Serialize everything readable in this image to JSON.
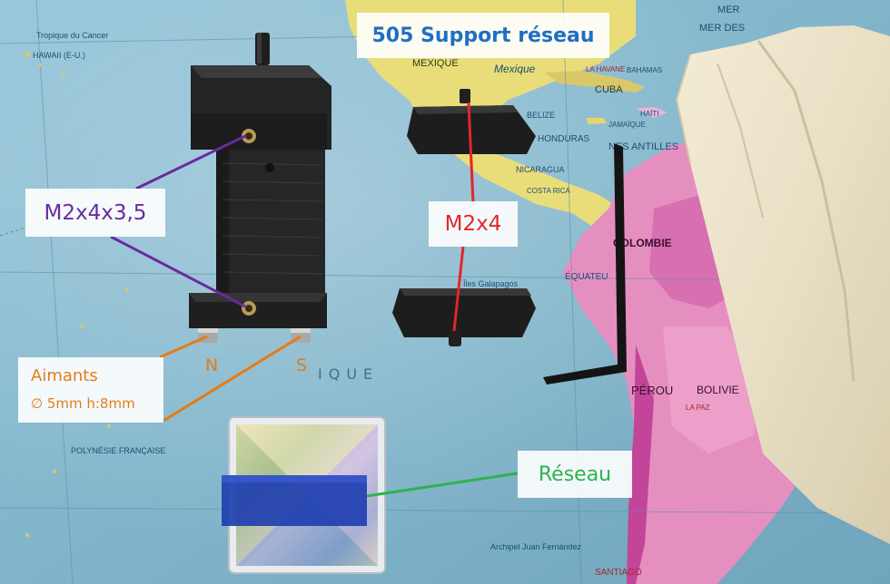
{
  "title": "505 Support réseau",
  "annotations": {
    "screw_holder": "M2x4x3,5",
    "screw_clamp": "M2x4",
    "magnets_title": "Aimants",
    "magnets_size": "∅ 5mm h:8mm",
    "pole_n": "N",
    "pole_s": "S",
    "grating": "Réseau"
  },
  "map_text": {
    "tropique": "Tropique du Cancer",
    "hawaii": "HAWAII (E-U.)",
    "mexique": "MEXIQUE",
    "mexique_sea": "Mexique",
    "cuba": "CUBA",
    "havane": "LA HAVANE",
    "bahamas": "BAHAMAS",
    "mer_des": "MER DES",
    "jamaique": "JAMAÏQUE",
    "haiti": "HAÏTI",
    "belize": "BELIZE",
    "honduras": "HONDURAS",
    "nicaragua": "NICARAGUA",
    "costa_rica": "COSTA RICA",
    "antilles": "NES ANTILLES",
    "colombie": "COLOMBIE",
    "equateur": "ÉQUATEU",
    "galapagos": "Îles Galapagos",
    "perou": "PÉROU",
    "bolivie": "BOLIVIE",
    "la_paz": "LA PAZ",
    "polynesie": "POLYNÉSIE FRANÇAISE",
    "archipel": "Archipel Juan Fernández",
    "santiago": "SANTIAGO",
    "mer": "MER"
  },
  "colors": {
    "purple": "#6a2aa0",
    "red": "#e1262a",
    "orange": "#e47c17",
    "green": "#2fb24e",
    "title_blue": "#1f6fc4"
  }
}
